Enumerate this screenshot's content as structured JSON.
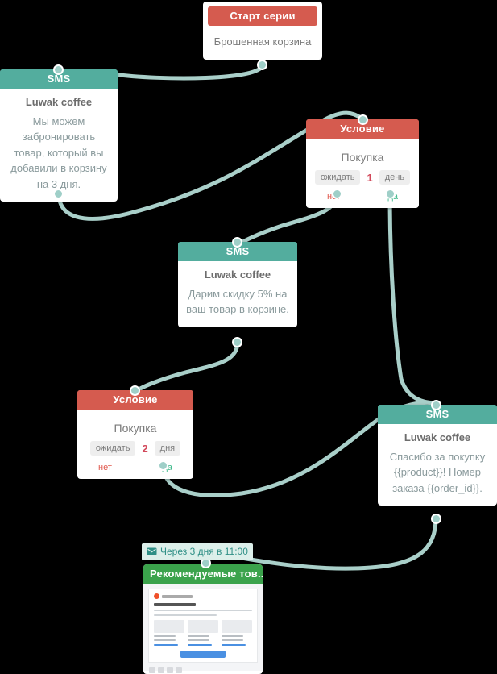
{
  "canvas": {
    "background": "#000000",
    "edge_color": "#a9cfc9",
    "dot_color": "#9fcfc8"
  },
  "colors": {
    "condition_header": "#d55b4f",
    "sms_header": "#53ad9e",
    "email_header": "#3ba34c",
    "yes": "#3db88a",
    "no": "#e0574c",
    "number": "#d2495b",
    "badge_bg": "#dcefea",
    "badge_text": "#2f8f86"
  },
  "nodes": [
    {
      "id": "start",
      "type": "start",
      "header": "Старт серии",
      "title": "Брошенная корзина"
    },
    {
      "id": "sms1",
      "type": "sms",
      "header": "SMS",
      "title": "Luwak coffee",
      "text": "Мы можем забронировать товар, который вы добавили в корзину на 3 дня."
    },
    {
      "id": "cond1",
      "type": "condition",
      "header": "Условие",
      "title": "Покупка",
      "wait_label": "ожидать",
      "amount": "1",
      "unit": "день",
      "no_label": "нет",
      "yes_label": "да"
    },
    {
      "id": "sms2",
      "type": "sms",
      "header": "SMS",
      "title": "Luwak coffee",
      "text": "Дарим скидку 5% на ваш товар в корзине."
    },
    {
      "id": "cond2",
      "type": "condition",
      "header": "Условие",
      "title": "Покупка",
      "wait_label": "ожидать",
      "amount": "2",
      "unit": "дня",
      "no_label": "нет",
      "yes_label": "да"
    },
    {
      "id": "sms3",
      "type": "sms",
      "header": "SMS",
      "title": "Luwak coffee",
      "text": "Спасибо за покупку {{product}}! Номер заказа {{order_id}}."
    },
    {
      "id": "email1",
      "type": "email",
      "badge": "Через 3 дня в 11:00",
      "badge_icon": "envelope-icon",
      "header": "Рекомендуемые тов..."
    }
  ]
}
